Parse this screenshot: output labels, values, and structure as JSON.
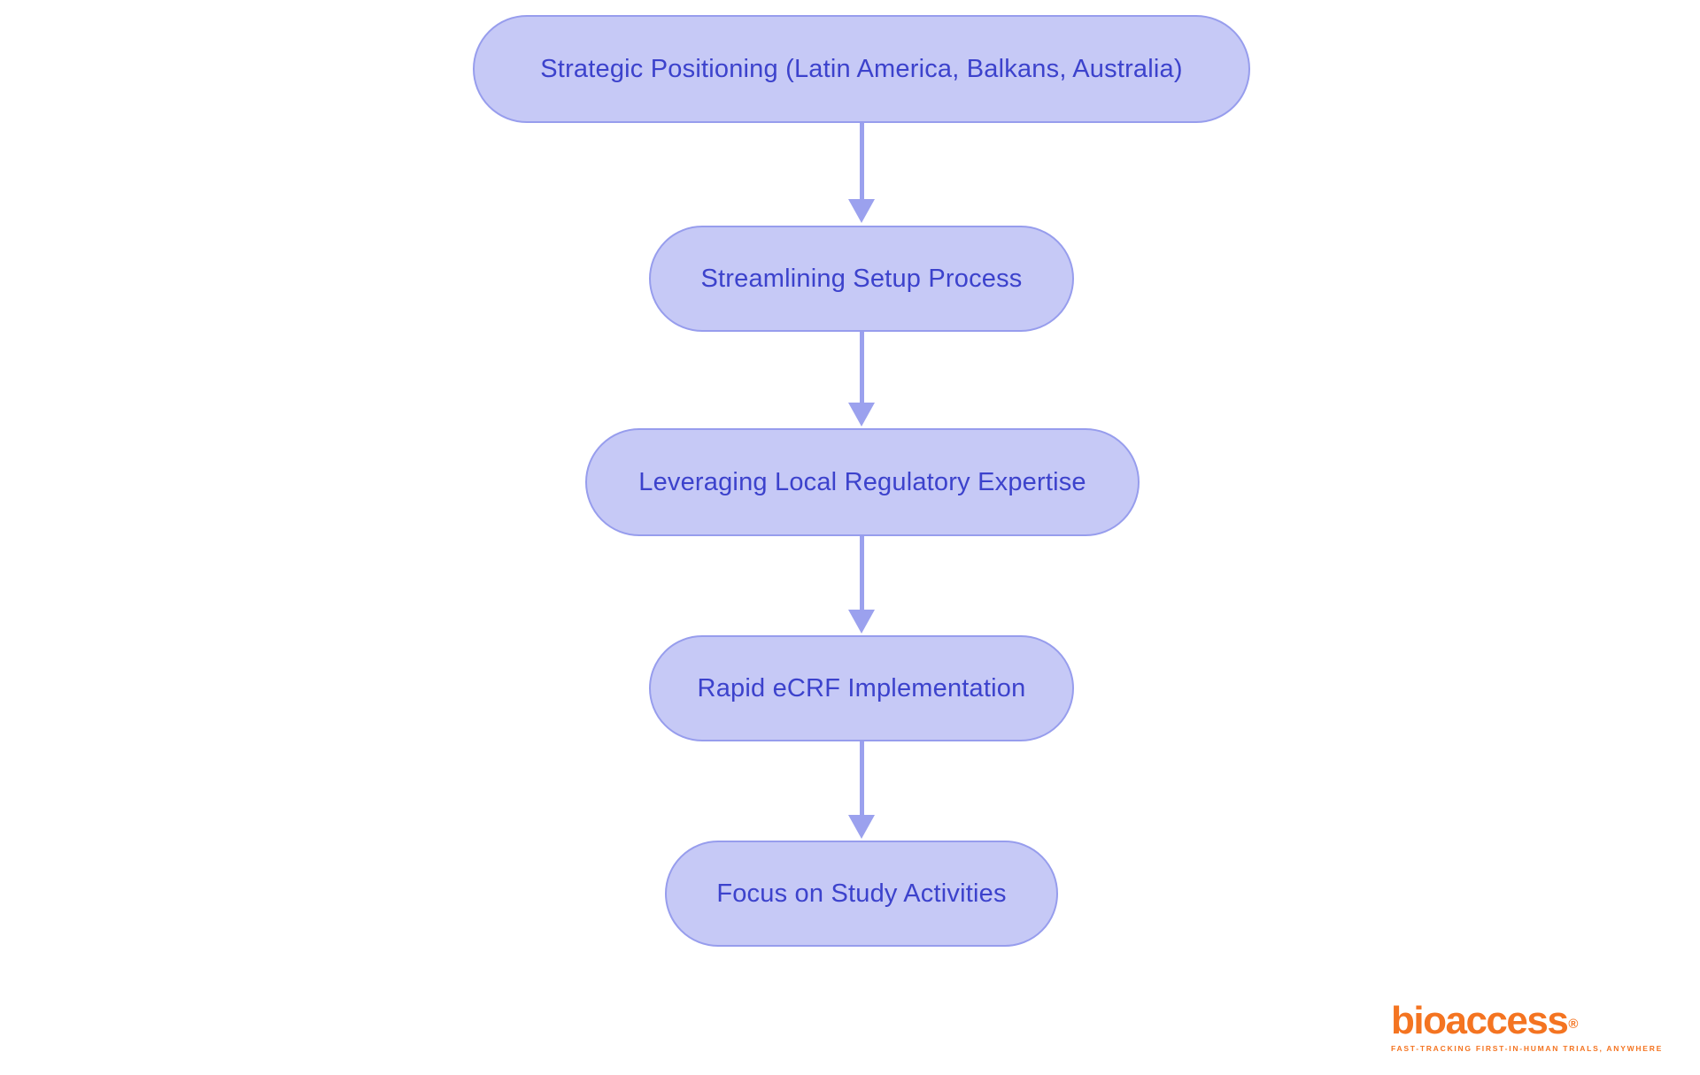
{
  "flowchart": {
    "type": "vertical-process-flow",
    "nodes": [
      {
        "label": "Strategic Positioning (Latin America, Balkans, Australia)"
      },
      {
        "label": "Streamlining Setup Process"
      },
      {
        "label": "Leveraging Local Regulatory Expertise"
      },
      {
        "label": "Rapid eCRF Implementation"
      },
      {
        "label": "Focus on Study Activities"
      }
    ],
    "colors": {
      "node_fill": "#c6c9f6",
      "node_border": "#979ded",
      "node_text": "#3c42cc",
      "arrow": "#9ba1ee",
      "background": "#ffffff"
    }
  },
  "logo": {
    "wordmark": "bioaccess",
    "registered_mark": "®",
    "tagline": "FAST-TRACKING FIRST-IN-HUMAN TRIALS, ANYWHERE",
    "brand_color": "#f47421"
  }
}
